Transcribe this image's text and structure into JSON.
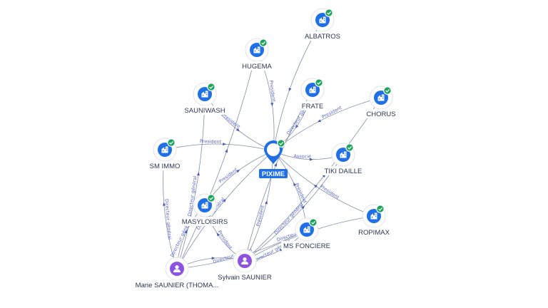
{
  "colors": {
    "company": "#1f6fe5",
    "person": "#8e52e0",
    "active_check": "#1aa35a",
    "edge": "#5a6a8a",
    "edge_label": "#5b67c9"
  },
  "center": {
    "id": "pixime",
    "label": "PIXIME",
    "icon": "building-icon"
  },
  "companies": [
    {
      "id": "albatros",
      "label": "ALBATROS",
      "icon": "building-icon",
      "status": "check-icon"
    },
    {
      "id": "hugema",
      "label": "HUGEMA",
      "icon": "building-icon",
      "status": "check-icon"
    },
    {
      "id": "frate",
      "label": "FRATE",
      "icon": "building-icon",
      "status": "check-icon"
    },
    {
      "id": "sauniwash",
      "label": "SAUNIWASH",
      "icon": "building-icon",
      "status": "check-icon"
    },
    {
      "id": "chorus",
      "label": "CHORUS",
      "icon": "building-icon",
      "status": "check-icon"
    },
    {
      "id": "smimmo",
      "label": "SM IMMO",
      "icon": "building-icon",
      "status": "check-icon"
    },
    {
      "id": "tikidaille",
      "label": "TIKI DAILLE",
      "icon": "building-icon",
      "status": "check-icon"
    },
    {
      "id": "masyloisirs",
      "label": "MASYLOISIRS",
      "icon": "building-icon",
      "status": "check-icon"
    },
    {
      "id": "ropimax",
      "label": "ROPIMAX",
      "icon": "building-icon",
      "status": "check-icon"
    },
    {
      "id": "msfonciere",
      "label": "MS FONCIERE",
      "icon": "building-icon",
      "status": "check-icon"
    }
  ],
  "persons": [
    {
      "id": "marie",
      "label": "Marie SAUNIER (THOMA...",
      "icon": "person-icon"
    },
    {
      "id": "sylvain",
      "label": "Sylvain SAUNIER",
      "icon": "person-icon"
    }
  ],
  "edges": [
    {
      "from": "smimmo",
      "to": "pixime",
      "label": "President"
    },
    {
      "from": "pixime",
      "to": "tikidaille",
      "label": "Associé"
    },
    {
      "from": "hugema",
      "to": "pixime",
      "label": "President"
    },
    {
      "from": "sauniwash",
      "to": "pixime",
      "label": "President"
    },
    {
      "from": "frate",
      "to": "pixime",
      "label": "Directeur général"
    },
    {
      "from": "chorus",
      "to": "pixime",
      "label": "President"
    },
    {
      "from": "ropimax",
      "to": "pixime",
      "label": "President"
    },
    {
      "from": "msfonciere",
      "to": "pixime",
      "label": "Président"
    },
    {
      "from": "masyloisirs",
      "to": "pixime",
      "label": "President"
    },
    {
      "from": "albatros",
      "to": "pixime",
      "label": ""
    },
    {
      "from": "marie",
      "to": "smimmo",
      "label": "Directeur général"
    },
    {
      "from": "marie",
      "to": "sauniwash",
      "label": "Directeur général"
    },
    {
      "from": "marie",
      "to": "masyloisirs",
      "label": "Directeur général"
    },
    {
      "from": "marie",
      "to": "hugema",
      "label": ""
    },
    {
      "from": "marie",
      "to": "pixime",
      "label": "Directeur général"
    },
    {
      "from": "marie",
      "to": "msfonciere",
      "label": "Directeur général"
    },
    {
      "from": "marie",
      "to": "sylvain",
      "label": ""
    },
    {
      "from": "sylvain",
      "to": "pixime",
      "label": "President"
    },
    {
      "from": "sylvain",
      "to": "masyloisirs",
      "label": "President"
    },
    {
      "from": "sylvain",
      "to": "msfonciere",
      "label": "Directeur général"
    },
    {
      "from": "sylvain",
      "to": "ropimax",
      "label": "Directeur général"
    },
    {
      "from": "sylvain",
      "to": "chorus",
      "label": ""
    },
    {
      "from": "sylvain",
      "to": "frate",
      "label": ""
    },
    {
      "from": "sylvain",
      "to": "tikidaille",
      "label": "Directeur général"
    }
  ]
}
